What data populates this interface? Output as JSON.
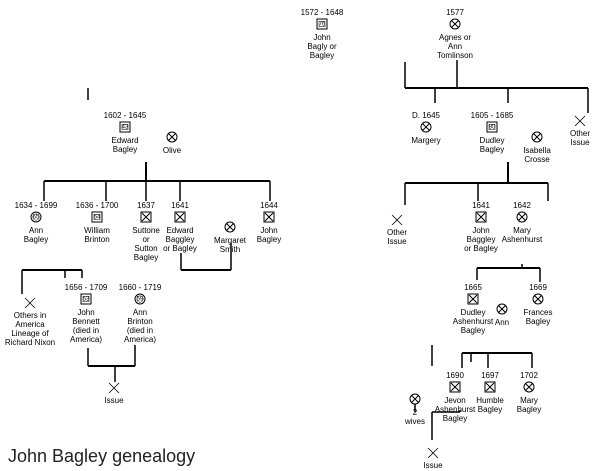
{
  "title": "John Bagley genealogy",
  "people": [
    {
      "id": "john_bagly",
      "dates": "1572 - 1648",
      "name": "John\nBagly or\nBagley",
      "symbol": "square",
      "number": "76"
    },
    {
      "id": "agnes",
      "dates": "1577",
      "name": "Agnes or\nAnn\nTomlinson",
      "symbol": "circle-x"
    },
    {
      "id": "other_issue_top",
      "dates": "",
      "name": "Other\nIssue",
      "symbol": "issue"
    },
    {
      "id": "edward_1602",
      "dates": "1602 - 1645",
      "name": "Edward\nBagley",
      "symbol": "square",
      "number": "43"
    },
    {
      "id": "olive",
      "dates": "",
      "name": "Olive",
      "symbol": "circle-x"
    },
    {
      "id": "margery",
      "dates": "D. 1645",
      "name": "Margery",
      "symbol": "circle-x"
    },
    {
      "id": "dudley_1605",
      "dates": "1605 - 1685",
      "name": "Dudley\nBagley",
      "symbol": "square",
      "number": "80"
    },
    {
      "id": "isabella",
      "dates": "",
      "name": "Isabella\nCrosse",
      "symbol": "circle-x"
    },
    {
      "id": "ann_1634",
      "dates": "1634 - 1699",
      "name": "Ann\nBagley",
      "symbol": "circle",
      "number": "65"
    },
    {
      "id": "william_brinton",
      "dates": "1636 - 1700",
      "name": "William\nBrinton",
      "symbol": "square",
      "number": "64"
    },
    {
      "id": "suttone",
      "dates": "1637",
      "name": "Suttone\nor\nSutton\nBagley",
      "symbol": "square-x"
    },
    {
      "id": "edward_1641",
      "dates": "1641",
      "name": "Edward\nBaggley\nor Bagley",
      "symbol": "square-x"
    },
    {
      "id": "margaret_smith",
      "dates": "",
      "name": "Margaret\nSmith",
      "symbol": "circle-x"
    },
    {
      "id": "john_1644",
      "dates": "1644",
      "name": "John\nBagley",
      "symbol": "square-x"
    },
    {
      "id": "other_issue_mid",
      "dates": "",
      "name": "Other\nIssue",
      "symbol": "issue"
    },
    {
      "id": "john_baggley_1641",
      "dates": "1641",
      "name": "John\nBaggley\nor Bagley",
      "symbol": "square-x"
    },
    {
      "id": "mary_ashenhurst",
      "dates": "1642",
      "name": "Mary\nAshenhurst",
      "symbol": "circle-x"
    },
    {
      "id": "others_nixon",
      "dates": "",
      "name": "Others in\nAmerica\nLineage of\nRichard Nixon",
      "symbol": "issue"
    },
    {
      "id": "john_bennett",
      "dates": "1656 - 1709",
      "name": "John\nBennett\n(died in\nAmerica)",
      "symbol": "square",
      "number": "53"
    },
    {
      "id": "ann_brinton",
      "dates": "1660 - 1719",
      "name": "Ann\nBrinton\n(died in\nAmerica)",
      "symbol": "circle",
      "number": "59"
    },
    {
      "id": "dudley_1665",
      "dates": "1665",
      "name": "Dudley\nAshenhurst\nBagley",
      "symbol": "square-x"
    },
    {
      "id": "ann_wife",
      "dates": "",
      "name": "Ann",
      "symbol": "circle-x"
    },
    {
      "id": "frances",
      "dates": "1669",
      "name": "Frances\nBagley",
      "symbol": "circle-x"
    },
    {
      "id": "issue_bennett",
      "dates": "",
      "name": "Issue",
      "symbol": "issue"
    },
    {
      "id": "two_wives",
      "dates": "",
      "name": "2\nwives",
      "symbol": "circle-x"
    },
    {
      "id": "jevon",
      "dates": "1690",
      "name": "Jevon\nAshenhurst\nBagley",
      "symbol": "square-x"
    },
    {
      "id": "humble",
      "dates": "1697",
      "name": "Humble\nBagley",
      "symbol": "square-x"
    },
    {
      "id": "mary_1702",
      "dates": "1702",
      "name": "Mary\nBagley",
      "symbol": "circle-x"
    },
    {
      "id": "issue_jevon",
      "dates": "",
      "name": "Issue",
      "symbol": "issue"
    }
  ]
}
